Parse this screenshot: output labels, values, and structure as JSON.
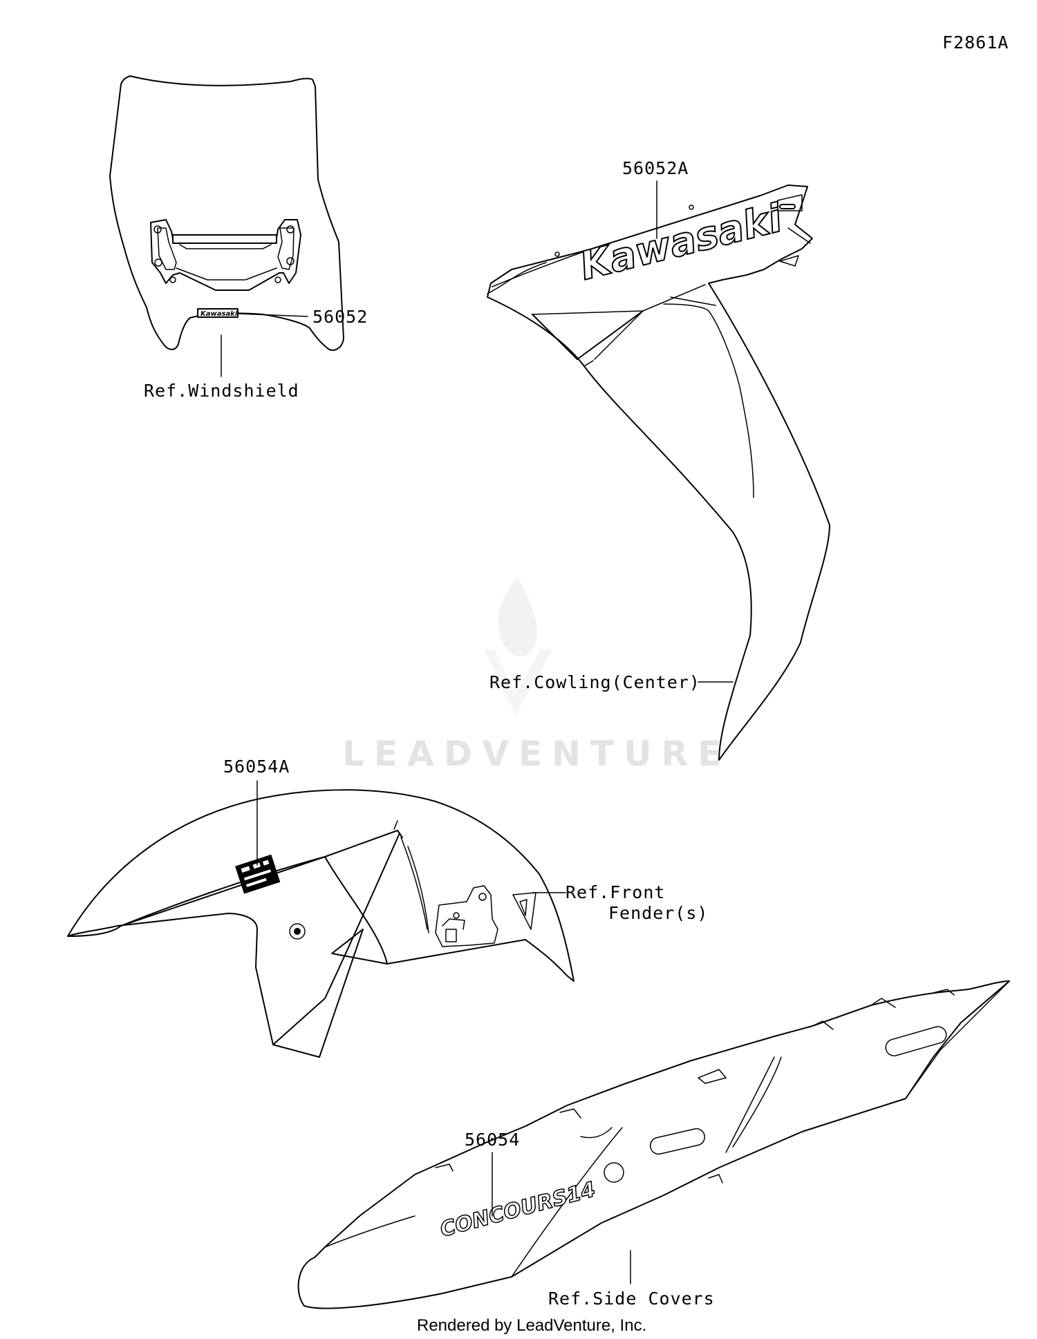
{
  "figure_code": "F2861A",
  "watermark": "LEADVENTURE",
  "footer": "Rendered by LeadVenture, Inc.",
  "windshield": {
    "part_number": "56052",
    "ref_label": "Ref.Windshield",
    "decal_text": "Kawasaki"
  },
  "cowling": {
    "part_number": "56052A",
    "ref_label": "Ref.Cowling(Center)",
    "decal_text": "Kawasaki"
  },
  "front_fender": {
    "part_number": "56054A",
    "ref_label_line1": "Ref.Front",
    "ref_label_line2": "Fender(s)"
  },
  "side_cover": {
    "part_number": "56054",
    "ref_label": "Ref.Side Covers",
    "decal_text": "CONCOURS14"
  }
}
